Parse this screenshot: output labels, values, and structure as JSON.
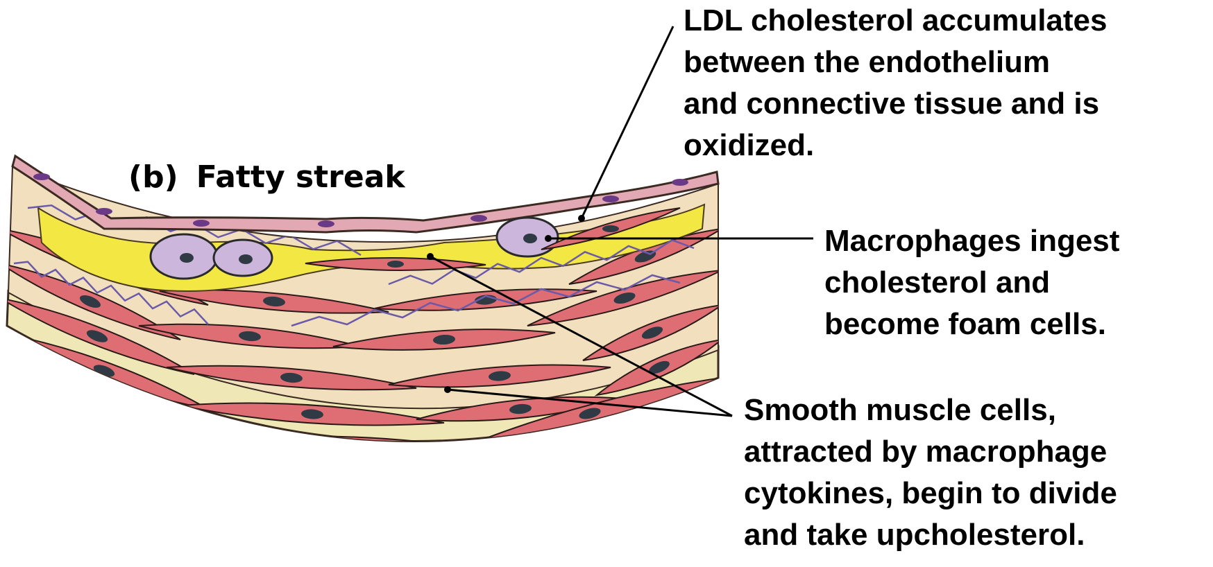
{
  "title": {
    "tag": "(b)",
    "text": "Fatty streak"
  },
  "labels": {
    "ldl": {
      "lines": [
        "LDL cholesterol accumulates",
        "between the endothelium",
        "and connective tissue and is",
        "oxidized."
      ]
    },
    "macrophages": {
      "lines": [
        "Macrophages ingest",
        "cholesterol and",
        "become foam cells."
      ]
    },
    "smooth_muscle": {
      "lines": [
        "Smooth muscle cells,",
        "attracted by macrophage",
        "cytokines, begin to divide",
        "and take upcholesterol."
      ]
    }
  },
  "colors": {
    "endothelium": "#e2a8b4",
    "lipid": "#f3e843",
    "connective_tissue": "#f1dfbd",
    "adventitia": "#efe8b6",
    "smooth_muscle": "#df6d74",
    "macrophage": "#cdb6dc",
    "nucleus": "#2f3a44",
    "fiber": "#6a5aa8",
    "leader_line": "#000000"
  }
}
